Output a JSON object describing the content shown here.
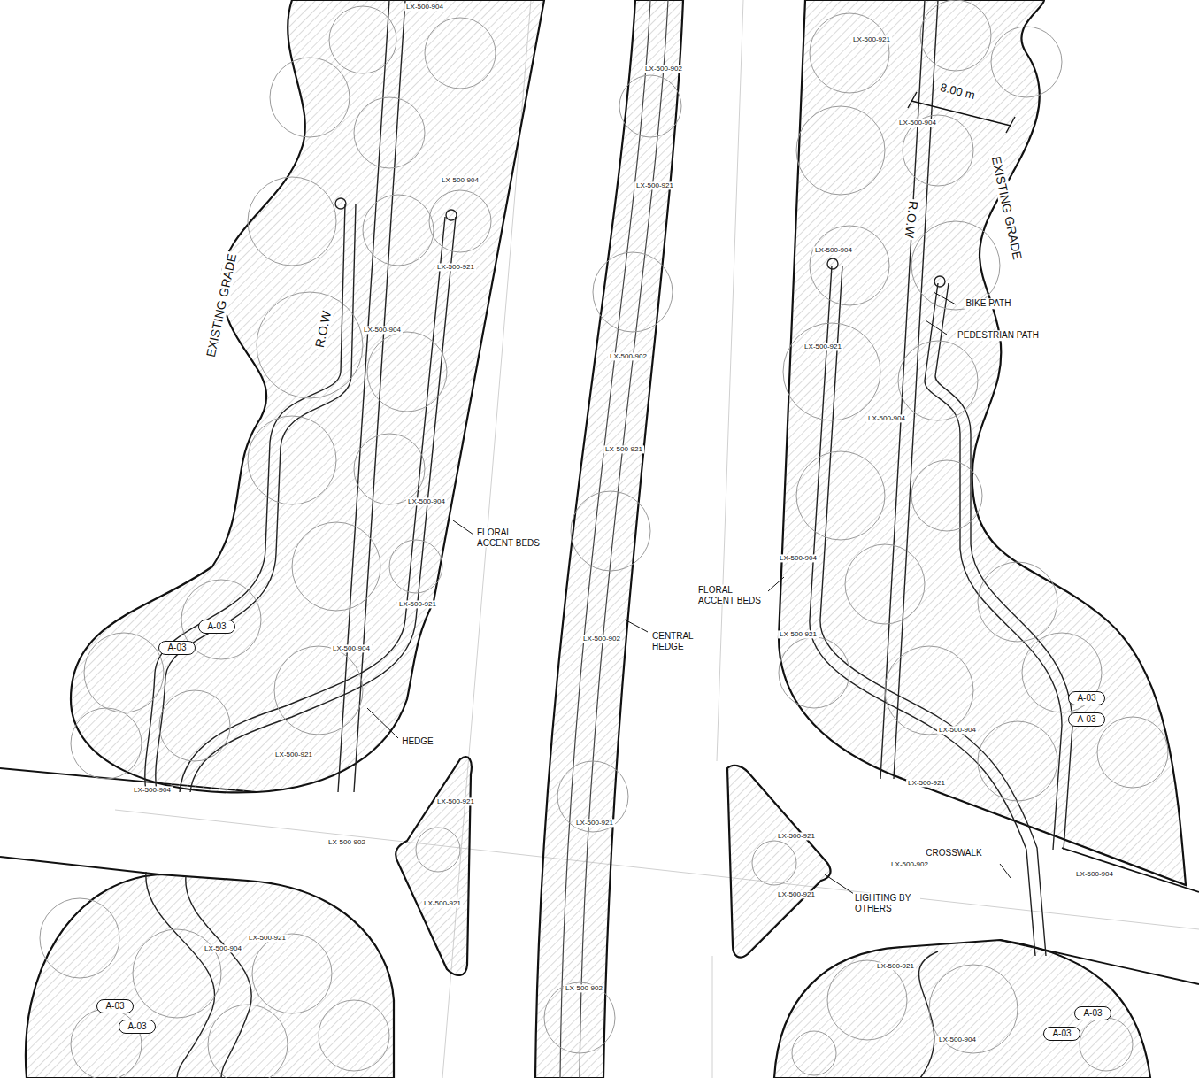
{
  "diagram": {
    "nodes": [
      {
        "text": [
          "A-03"
        ]
      },
      {
        "text": [
          "A-03"
        ]
      },
      {
        "text": [
          "A-03"
        ]
      },
      {
        "text": [
          "A-03"
        ]
      },
      {
        "text": [
          "A-03"
        ]
      },
      {
        "text": [
          "A-03"
        ]
      },
      {
        "text": [
          "A-03"
        ]
      },
      {
        "text": [
          "A-03"
        ]
      }
    ],
    "labels": [
      "EXISTING GRADE",
      "R.O.W",
      "EXISTING GRADE",
      "R.O.W",
      "8.00 m",
      "BIKE PATH",
      "PEDESTRIAN PATH",
      "FLORAL ACCENT BEDS",
      "FLORAL ACCENT BEDS",
      "CENTRAL HEDGE",
      "HEDGE",
      "CROSSWALK",
      "LIGHTING BY OTHERS",
      "LX-500-904",
      "LX-500-904",
      "LX-500-921",
      "LX-500-904",
      "LX-500-904",
      "LX-500-921",
      "LX-500-904",
      "LX-500-921",
      "LX-500-904",
      "LX-500-902",
      "LX-500-921",
      "LX-500-902",
      "LX-500-921",
      "LX-500-902",
      "LX-500-921",
      "LX-500-902",
      "LX-500-921",
      "LX-500-902",
      "LX-500-921",
      "LX-500-921",
      "LX-500-904",
      "LX-500-921",
      "LX-500-904",
      "LX-500-904",
      "LX-500-921",
      "LX-500-904",
      "LX-500-904",
      "LX-500-921",
      "LX-500-904",
      "LX-500-921",
      "LX-500-904",
      "LX-500-921",
      "LX-500-902",
      "LX-500-921",
      "LX-500-921",
      "LX-500-904"
    ]
  }
}
